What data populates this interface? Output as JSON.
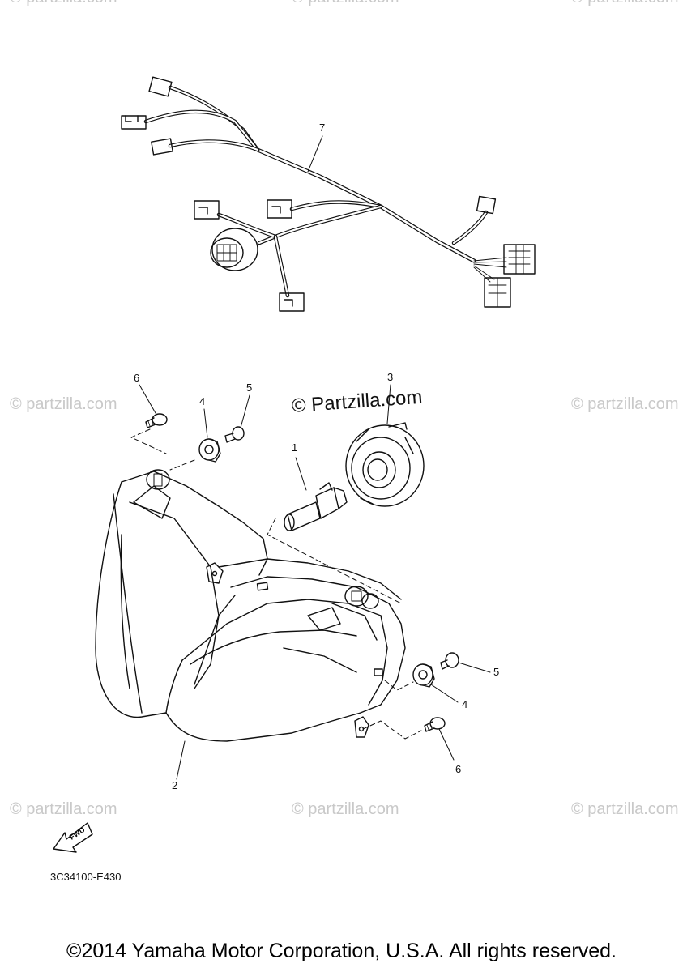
{
  "watermarks": {
    "brand": "© Partzilla.com",
    "faint": "© partzilla.com"
  },
  "callouts": {
    "c1": "1",
    "c2": "2",
    "c3": "3",
    "c4a": "4",
    "c4b": "4",
    "c5a": "5",
    "c5b": "5",
    "c6a": "6",
    "c6b": "6",
    "c7": "7"
  },
  "fwd_label": "FWD",
  "diagram_code": "3C34100-E430",
  "copyright": "©2014 Yamaha Motor Corporation, U.S.A. All rights reserved.",
  "colors": {
    "ink": "#111111",
    "watermark": "#c9c9c9"
  }
}
